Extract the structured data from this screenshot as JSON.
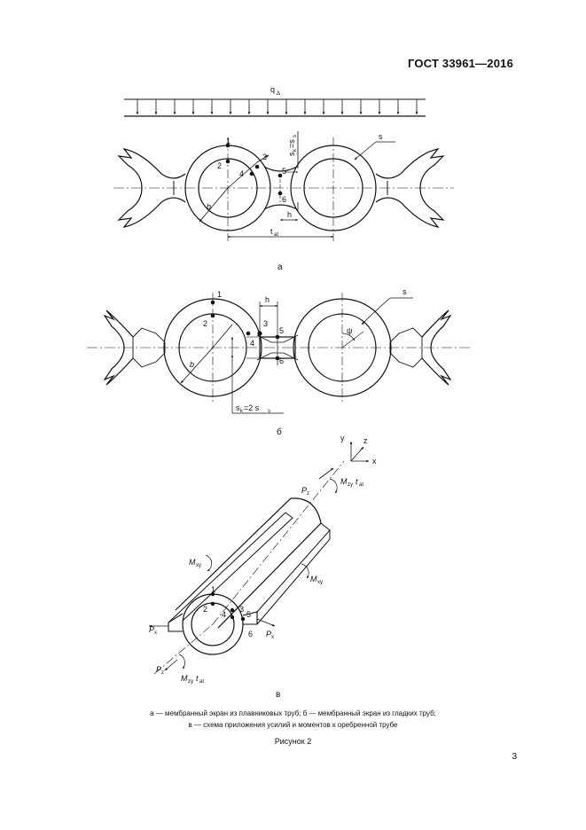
{
  "header": {
    "standard_code": "ГОСТ 33961—2016"
  },
  "figure_a": {
    "load_label": "q",
    "load_sub": "Δ",
    "points": [
      "1",
      "2",
      "3",
      "4",
      "5",
      "6"
    ],
    "b_label": "b",
    "s_label": "s",
    "sk_label": "s",
    "sk_sub": "k",
    "sk_eq": "=s",
    "sk_sub2": "s",
    "h_label": "h",
    "t_label": "t",
    "t_sub": "at",
    "sublabel": "а"
  },
  "figure_b": {
    "points": [
      "1",
      "2",
      "3",
      "4",
      "5",
      "6"
    ],
    "b_label": "b",
    "s_label": "s",
    "h_label": "h",
    "psi_label": "ψ",
    "sk_label": "s",
    "sk_sub": "k",
    "sk_eq": "=2 s",
    "sk_sub2": "s",
    "sublabel": "б"
  },
  "figure_c": {
    "axis_y": "y",
    "axis_z": "z",
    "axis_x": "x",
    "pz_label": "P",
    "pz_sub": "z",
    "mzy_label": "M",
    "mzy_sub": "zy",
    "t_label": "t",
    "t_sub": "at",
    "mxy_label": "M",
    "mxy_sub": "xy",
    "px_label": "P",
    "px_sub": "x",
    "points": [
      "1",
      "2",
      "3",
      "4",
      "5",
      "6"
    ],
    "sublabel": "в"
  },
  "caption": {
    "line1": "а — мембранный экран из плавниковых труб; б — мембранный экран из гладких труб;",
    "line2": "в — схема приложения усилий и моментов к оребренной трубе"
  },
  "figure_title": "Рисунок 2",
  "page_number": "3"
}
